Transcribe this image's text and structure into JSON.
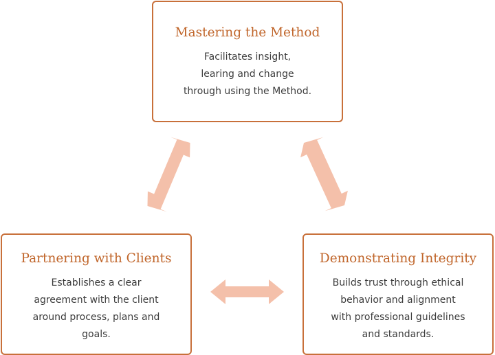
{
  "nodes": {
    "top": {
      "title": "Mastering the Method",
      "lines": [
        "Facilitates insight,",
        "learing and change",
        "through using the Method."
      ]
    },
    "left": {
      "title": "Partnering with Clients",
      "lines": [
        "Establishes a clear",
        "agreement with the client",
        "around process, plans and",
        "goals."
      ]
    },
    "right": {
      "title": "Demonstrating Integrity",
      "lines": [
        "Builds trust through ethical",
        "behavior and alignment",
        "with professional guidelines",
        "and standards."
      ]
    }
  },
  "colors": {
    "border": "#c8703a",
    "title": "#c0652a",
    "text": "#3c3c3c",
    "arrow": "#f4c0aa"
  }
}
